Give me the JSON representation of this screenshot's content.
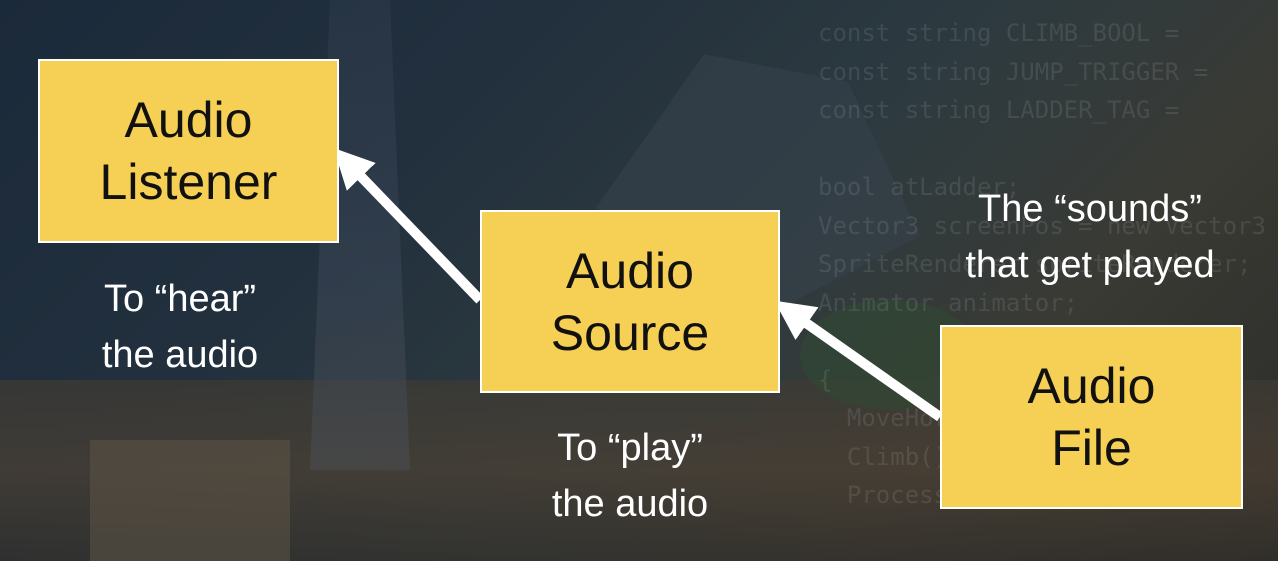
{
  "background": {
    "code_lines": [
      "const string CLIMB_BOOL = ",
      "const string JUMP_TRIGGER = ",
      "const string LADDER_TAG = ",
      "",
      "bool atLadder;",
      "Vector3 screenPos = new Vector3",
      "SpriteRenderer spriteRenderer;",
      "Animator animator;",
      "",
      "{",
      "  MoveHorizontal();",
      "  Climb();",
      "  ProcessJump();"
    ]
  },
  "nodes": {
    "listener": {
      "line1": "Audio",
      "line2": "Listener",
      "caption1": "To “hear”",
      "caption2": "the audio"
    },
    "source": {
      "line1": "Audio",
      "line2": "Source",
      "caption1": "To “play”",
      "caption2": "the audio"
    },
    "file": {
      "line1": "Audio",
      "line2": "File",
      "caption1": "The “sounds”",
      "caption2": "that get played"
    }
  },
  "colors": {
    "box_fill": "#f6cf55",
    "box_border": "#ffffff",
    "arrow": "#ffffff",
    "text": "#111111"
  }
}
